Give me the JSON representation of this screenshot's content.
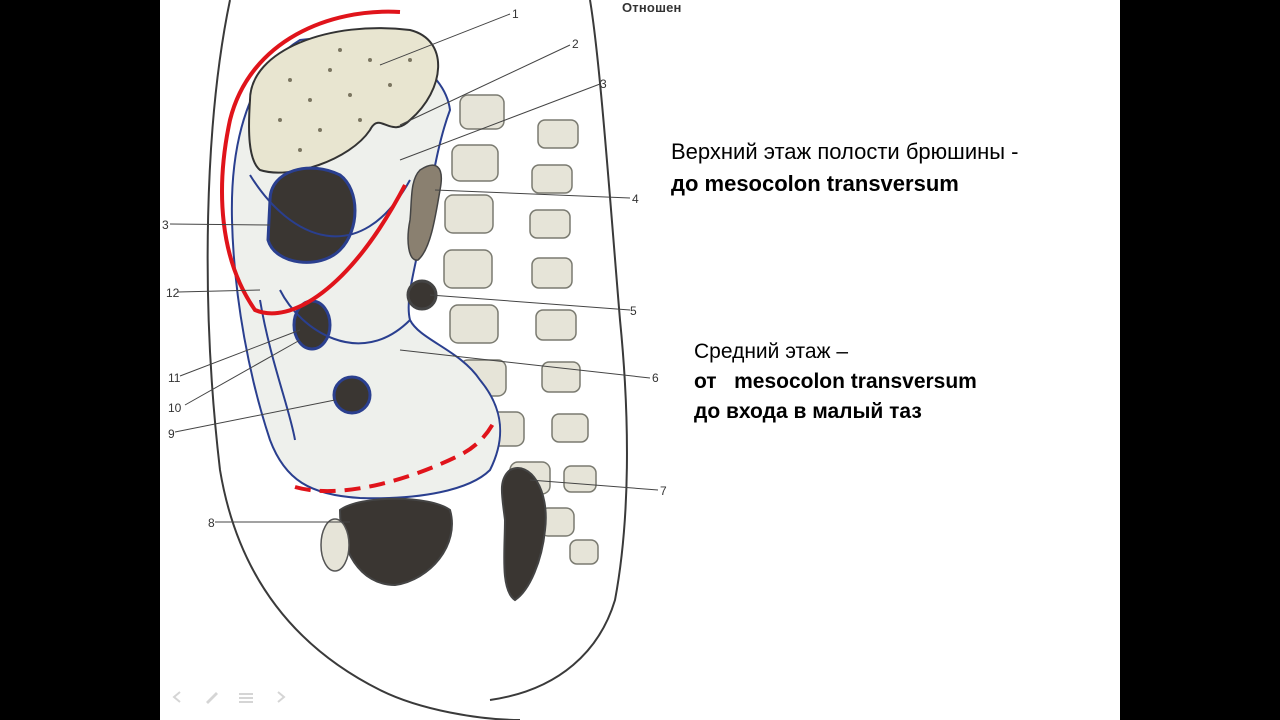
{
  "slide": {
    "cropped_heading": "Отношен",
    "upper_floor": {
      "line1": "Верхний этаж полости брюшины -",
      "line2": "до mesocolon transversum"
    },
    "middle_floor": {
      "line1": "Средний этаж –",
      "line2": "от   mesocolon transversum",
      "line3": "до входа в малый таз"
    }
  },
  "diagram": {
    "labels": [
      "1",
      "2",
      "3",
      "4",
      "5",
      "6",
      "7",
      "8",
      "9",
      "10",
      "11",
      "12",
      "3"
    ],
    "colors": {
      "highlight": "#e0141b",
      "peritoneum": "#2a3f8f",
      "outline": "#3a3a3a",
      "tissue": "#eef0ec",
      "spine": "#e6e4d8"
    }
  },
  "controls": [
    "prev-icon",
    "pen-icon",
    "menu-icon",
    "next-icon"
  ]
}
